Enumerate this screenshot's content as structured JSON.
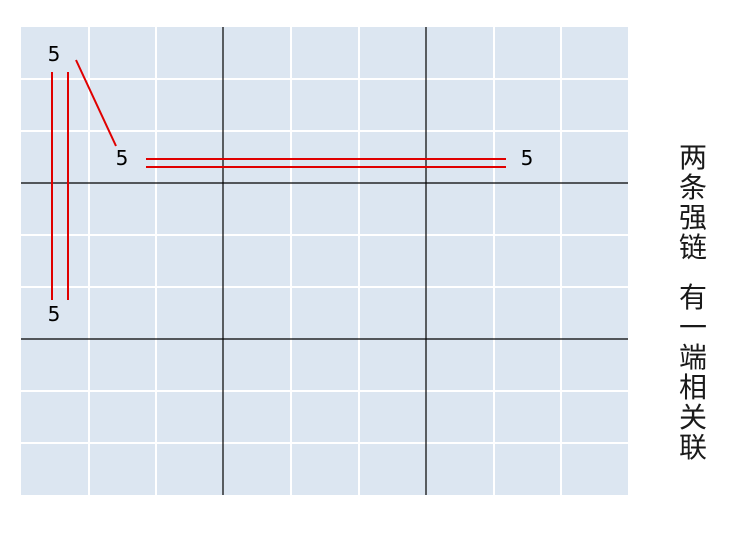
{
  "grid": {
    "rows": 9,
    "cols": 9,
    "cell_fill": "#dce6f1",
    "thin_line_color": "#ffffff",
    "thick_line_color": "#000000"
  },
  "digits": {
    "top_left": "5",
    "middle_left": "5",
    "middle_right": "5",
    "bottom_left": "5"
  },
  "links": {
    "color": "#e00000"
  },
  "caption": {
    "part1": [
      "两",
      "条",
      "强",
      "链"
    ],
    "part2": [
      "有",
      "一",
      "端",
      "相",
      "关",
      "联"
    ]
  }
}
